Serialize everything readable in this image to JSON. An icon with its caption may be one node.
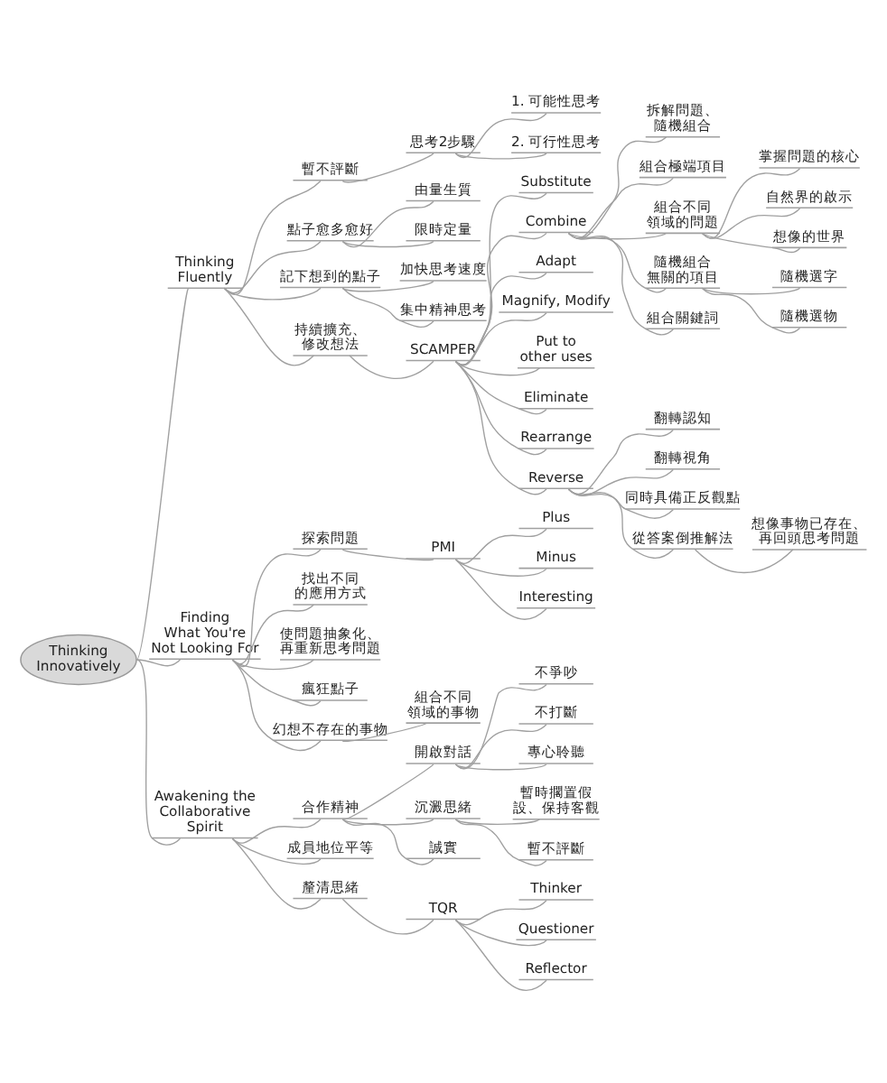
{
  "diagram": {
    "nodes": [
      {
        "text": [
          "Thinking Innovatively"
        ]
      },
      {
        "text": [
          "Thinking Fluently"
        ]
      },
      {
        "text": [
          "暫不評斷"
        ]
      },
      {
        "text": [
          "思考2步驟"
        ]
      },
      {
        "text": [
          "1. 可能性思考"
        ]
      },
      {
        "text": [
          "2. 可行性思考"
        ]
      },
      {
        "text": [
          "點子愈多愈好"
        ]
      },
      {
        "text": [
          "由量生質"
        ]
      },
      {
        "text": [
          "限時定量"
        ]
      },
      {
        "text": [
          "記下想到的點子"
        ]
      },
      {
        "text": [
          "加快思考速度"
        ]
      },
      {
        "text": [
          "集中精神思考"
        ]
      },
      {
        "text": [
          "持續擴充、修改想法"
        ]
      },
      {
        "text": [
          "SCAMPER"
        ]
      },
      {
        "text": [
          "Substitute"
        ]
      },
      {
        "text": [
          "Combine"
        ]
      },
      {
        "text": [
          "拆解問題、隨機組合"
        ]
      },
      {
        "text": [
          "組合極端項目"
        ]
      },
      {
        "text": [
          "組合不同領域的問題"
        ]
      },
      {
        "text": [
          "掌握問題的核心"
        ]
      },
      {
        "text": [
          "自然界的啟示"
        ]
      },
      {
        "text": [
          "想像的世界"
        ]
      },
      {
        "text": [
          "隨機組合無關的項目"
        ]
      },
      {
        "text": [
          "隨機選字"
        ]
      },
      {
        "text": [
          "隨機選物"
        ]
      },
      {
        "text": [
          "組合關鍵詞"
        ]
      },
      {
        "text": [
          "Adapt"
        ]
      },
      {
        "text": [
          "Magnify, Modify"
        ]
      },
      {
        "text": [
          "Put to other uses"
        ]
      },
      {
        "text": [
          "Eliminate"
        ]
      },
      {
        "text": [
          "Rearrange"
        ]
      },
      {
        "text": [
          "Reverse"
        ]
      },
      {
        "text": [
          "翻轉認知"
        ]
      },
      {
        "text": [
          "翻轉視角"
        ]
      },
      {
        "text": [
          "同時具備正反觀點"
        ]
      },
      {
        "text": [
          "從答案倒推解法"
        ]
      },
      {
        "text": [
          "想像事物已存在、再回頭思考問題"
        ]
      },
      {
        "text": [
          "Finding What You're Not Looking For"
        ]
      },
      {
        "text": [
          "探索問題"
        ]
      },
      {
        "text": [
          "PMI"
        ]
      },
      {
        "text": [
          "Plus"
        ]
      },
      {
        "text": [
          "Minus"
        ]
      },
      {
        "text": [
          "Interesting"
        ]
      },
      {
        "text": [
          "找出不同的應用方式"
        ]
      },
      {
        "text": [
          "使問題抽象化、再重新思考問題"
        ]
      },
      {
        "text": [
          "瘋狂點子"
        ]
      },
      {
        "text": [
          "幻想不存在的事物"
        ]
      },
      {
        "text": [
          "組合不同領域的事物"
        ]
      },
      {
        "text": [
          "Awakening the Collaborative Spirit"
        ]
      },
      {
        "text": [
          "合作精神"
        ]
      },
      {
        "text": [
          "開啟對話"
        ]
      },
      {
        "text": [
          "不爭吵"
        ]
      },
      {
        "text": [
          "不打斷"
        ]
      },
      {
        "text": [
          "專心聆聽"
        ]
      },
      {
        "text": [
          "沉澱思緒"
        ]
      },
      {
        "text": [
          "暫時擱置假設、保持客觀"
        ]
      },
      {
        "text": [
          "暫不評斷"
        ]
      },
      {
        "text": [
          "誠實"
        ]
      },
      {
        "text": [
          "成員地位平等"
        ]
      },
      {
        "text": [
          "釐清思緒"
        ]
      },
      {
        "text": [
          "TQR"
        ]
      },
      {
        "text": [
          "Thinker"
        ]
      },
      {
        "text": [
          "Questioner"
        ]
      },
      {
        "text": [
          "Reflector"
        ]
      }
    ],
    "edges": [
      {
        "from": 0,
        "to": 1,
        "arrow": "none"
      },
      {
        "from": 1,
        "to": 2,
        "arrow": "none"
      },
      {
        "from": 2,
        "to": 3,
        "arrow": "none"
      },
      {
        "from": 3,
        "to": 4,
        "arrow": "none"
      },
      {
        "from": 3,
        "to": 5,
        "arrow": "none"
      },
      {
        "from": 1,
        "to": 6,
        "arrow": "none"
      },
      {
        "from": 6,
        "to": 7,
        "arrow": "none"
      },
      {
        "from": 6,
        "to": 8,
        "arrow": "none"
      },
      {
        "from": 1,
        "to": 9,
        "arrow": "none"
      },
      {
        "from": 9,
        "to": 10,
        "arrow": "none"
      },
      {
        "from": 9,
        "to": 11,
        "arrow": "none"
      },
      {
        "from": 1,
        "to": 12,
        "arrow": "none"
      },
      {
        "from": 12,
        "to": 13,
        "arrow": "none"
      },
      {
        "from": 13,
        "to": 14,
        "arrow": "none"
      },
      {
        "from": 13,
        "to": 15,
        "arrow": "none"
      },
      {
        "from": 15,
        "to": 16,
        "arrow": "none"
      },
      {
        "from": 15,
        "to": 17,
        "arrow": "none"
      },
      {
        "from": 15,
        "to": 18,
        "arrow": "none"
      },
      {
        "from": 18,
        "to": 19,
        "arrow": "none"
      },
      {
        "from": 18,
        "to": 20,
        "arrow": "none"
      },
      {
        "from": 18,
        "to": 21,
        "arrow": "none"
      },
      {
        "from": 15,
        "to": 22,
        "arrow": "none"
      },
      {
        "from": 22,
        "to": 23,
        "arrow": "none"
      },
      {
        "from": 22,
        "to": 24,
        "arrow": "none"
      },
      {
        "from": 15,
        "to": 25,
        "arrow": "none"
      },
      {
        "from": 13,
        "to": 26,
        "arrow": "none"
      },
      {
        "from": 13,
        "to": 27,
        "arrow": "none"
      },
      {
        "from": 13,
        "to": 28,
        "arrow": "none"
      },
      {
        "from": 13,
        "to": 29,
        "arrow": "none"
      },
      {
        "from": 13,
        "to": 30,
        "arrow": "none"
      },
      {
        "from": 13,
        "to": 31,
        "arrow": "none"
      },
      {
        "from": 31,
        "to": 32,
        "arrow": "none"
      },
      {
        "from": 31,
        "to": 33,
        "arrow": "none"
      },
      {
        "from": 31,
        "to": 34,
        "arrow": "none"
      },
      {
        "from": 31,
        "to": 35,
        "arrow": "none"
      },
      {
        "from": 35,
        "to": 36,
        "arrow": "none"
      },
      {
        "from": 0,
        "to": 37,
        "arrow": "none"
      },
      {
        "from": 37,
        "to": 38,
        "arrow": "none"
      },
      {
        "from": 38,
        "to": 39,
        "arrow": "none"
      },
      {
        "from": 39,
        "to": 40,
        "arrow": "none"
      },
      {
        "from": 39,
        "to": 41,
        "arrow": "none"
      },
      {
        "from": 39,
        "to": 42,
        "arrow": "none"
      },
      {
        "from": 37,
        "to": 43,
        "arrow": "none"
      },
      {
        "from": 37,
        "to": 44,
        "arrow": "none"
      },
      {
        "from": 37,
        "to": 45,
        "arrow": "none"
      },
      {
        "from": 37,
        "to": 46,
        "arrow": "none"
      },
      {
        "from": 46,
        "to": 47,
        "arrow": "none"
      },
      {
        "from": 0,
        "to": 48,
        "arrow": "none"
      },
      {
        "from": 48,
        "to": 49,
        "arrow": "none"
      },
      {
        "from": 49,
        "to": 50,
        "arrow": "none"
      },
      {
        "from": 50,
        "to": 51,
        "arrow": "none"
      },
      {
        "from": 50,
        "to": 52,
        "arrow": "none"
      },
      {
        "from": 50,
        "to": 53,
        "arrow": "none"
      },
      {
        "from": 49,
        "to": 54,
        "arrow": "none"
      },
      {
        "from": 54,
        "to": 55,
        "arrow": "none"
      },
      {
        "from": 54,
        "to": 56,
        "arrow": "none"
      },
      {
        "from": 49,
        "to": 57,
        "arrow": "none"
      },
      {
        "from": 48,
        "to": 58,
        "arrow": "none"
      },
      {
        "from": 48,
        "to": 59,
        "arrow": "none"
      },
      {
        "from": 59,
        "to": 60,
        "arrow": "none"
      },
      {
        "from": 60,
        "to": 61,
        "arrow": "none"
      },
      {
        "from": 60,
        "to": 62,
        "arrow": "none"
      },
      {
        "from": 60,
        "to": 63,
        "arrow": "none"
      }
    ]
  }
}
